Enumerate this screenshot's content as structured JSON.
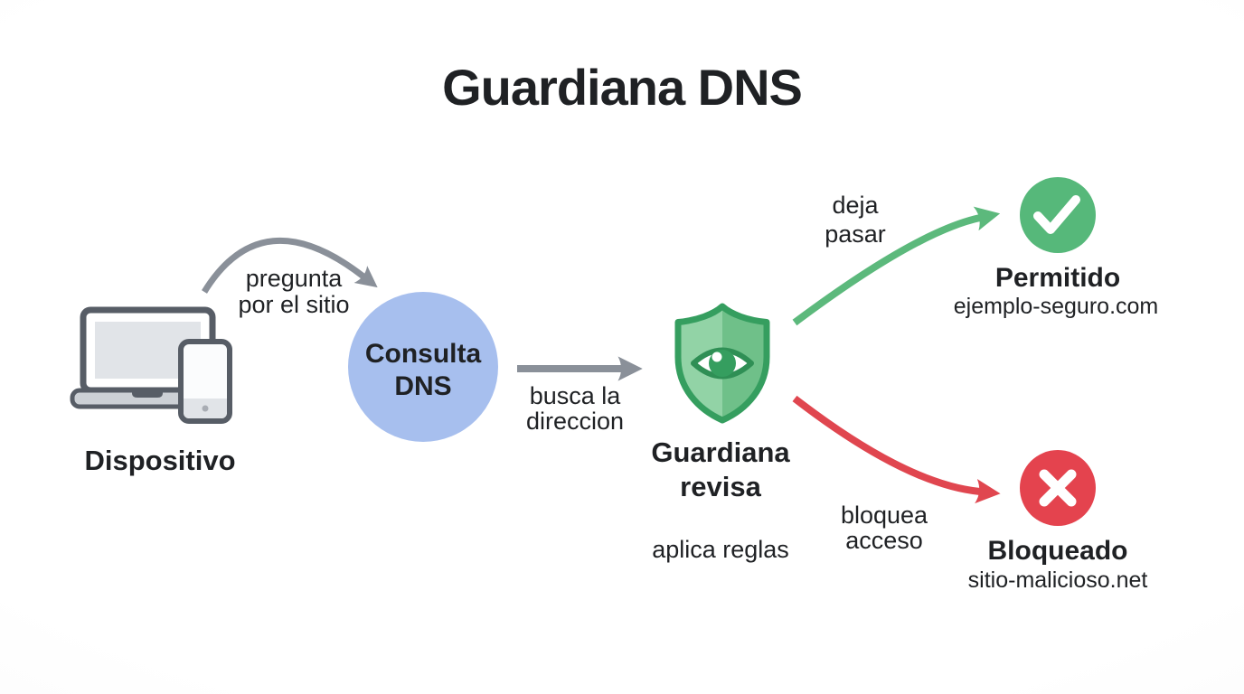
{
  "title": "Guardiana DNS",
  "nodes": {
    "device": {
      "label": "Dispositivo"
    },
    "query": {
      "line1": "Consulta",
      "line2": "DNS"
    },
    "guardian": {
      "line1": "Guardiana",
      "line2": "revisa",
      "note": "aplica reglas"
    },
    "allowed": {
      "label": "Permitido",
      "domain": "ejemplo-seguro.com"
    },
    "blocked": {
      "label": "Bloqueado",
      "domain": "sitio-malicioso.net"
    }
  },
  "edges": {
    "ask": {
      "line1": "pregunta",
      "line2": "por el sitio"
    },
    "lookup": {
      "line1": "busca la",
      "line2": "direccion"
    },
    "allow": {
      "line1": "deja",
      "line2": "pasar"
    },
    "block": {
      "line1": "bloquea",
      "line2": "acceso"
    }
  },
  "colors": {
    "background": "#ffffff",
    "text": "#1f2124",
    "query_blue": "#a7bfee",
    "shield_outline": "#359e5f",
    "shield_light": "#92d3a6",
    "shield_mid": "#6fc089",
    "allow_green": "#56b87a",
    "block_red": "#e4434e",
    "arrow_gray": "#8a9099",
    "arrow_green": "#5cb97c",
    "arrow_red": "#e0464f",
    "device_gray": "#575d66"
  }
}
